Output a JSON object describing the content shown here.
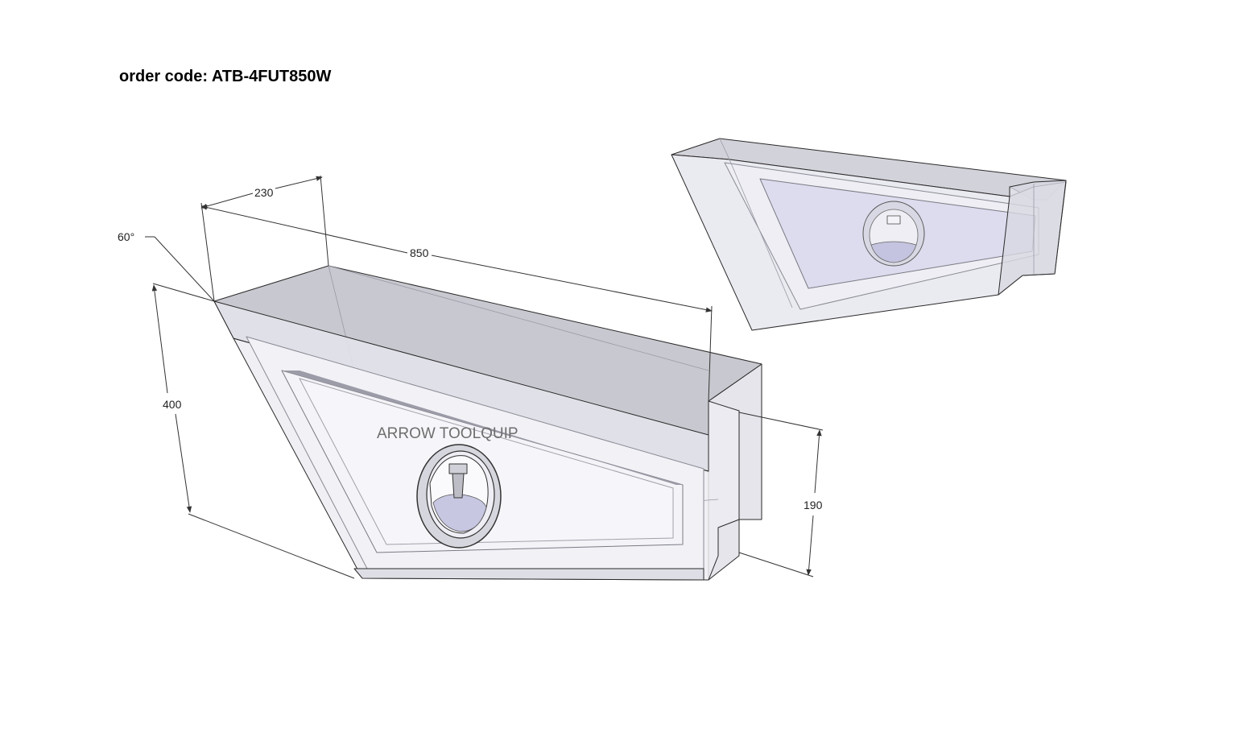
{
  "title": {
    "order_code": "order code: ATB-4FUT850W"
  },
  "dimensions": {
    "angle": "60°",
    "depth": "230",
    "length": "850",
    "height": "400",
    "lower_height": "190"
  },
  "brand": "ARROW TOOLQUIP",
  "colors": {
    "top_face": "#c8c8d0",
    "front_face": "#eaeaf0",
    "side_face": "#dcdce4",
    "line": "#2a2a2a",
    "dimension_line": "#333333",
    "brand_text": "#6e6e6e"
  }
}
